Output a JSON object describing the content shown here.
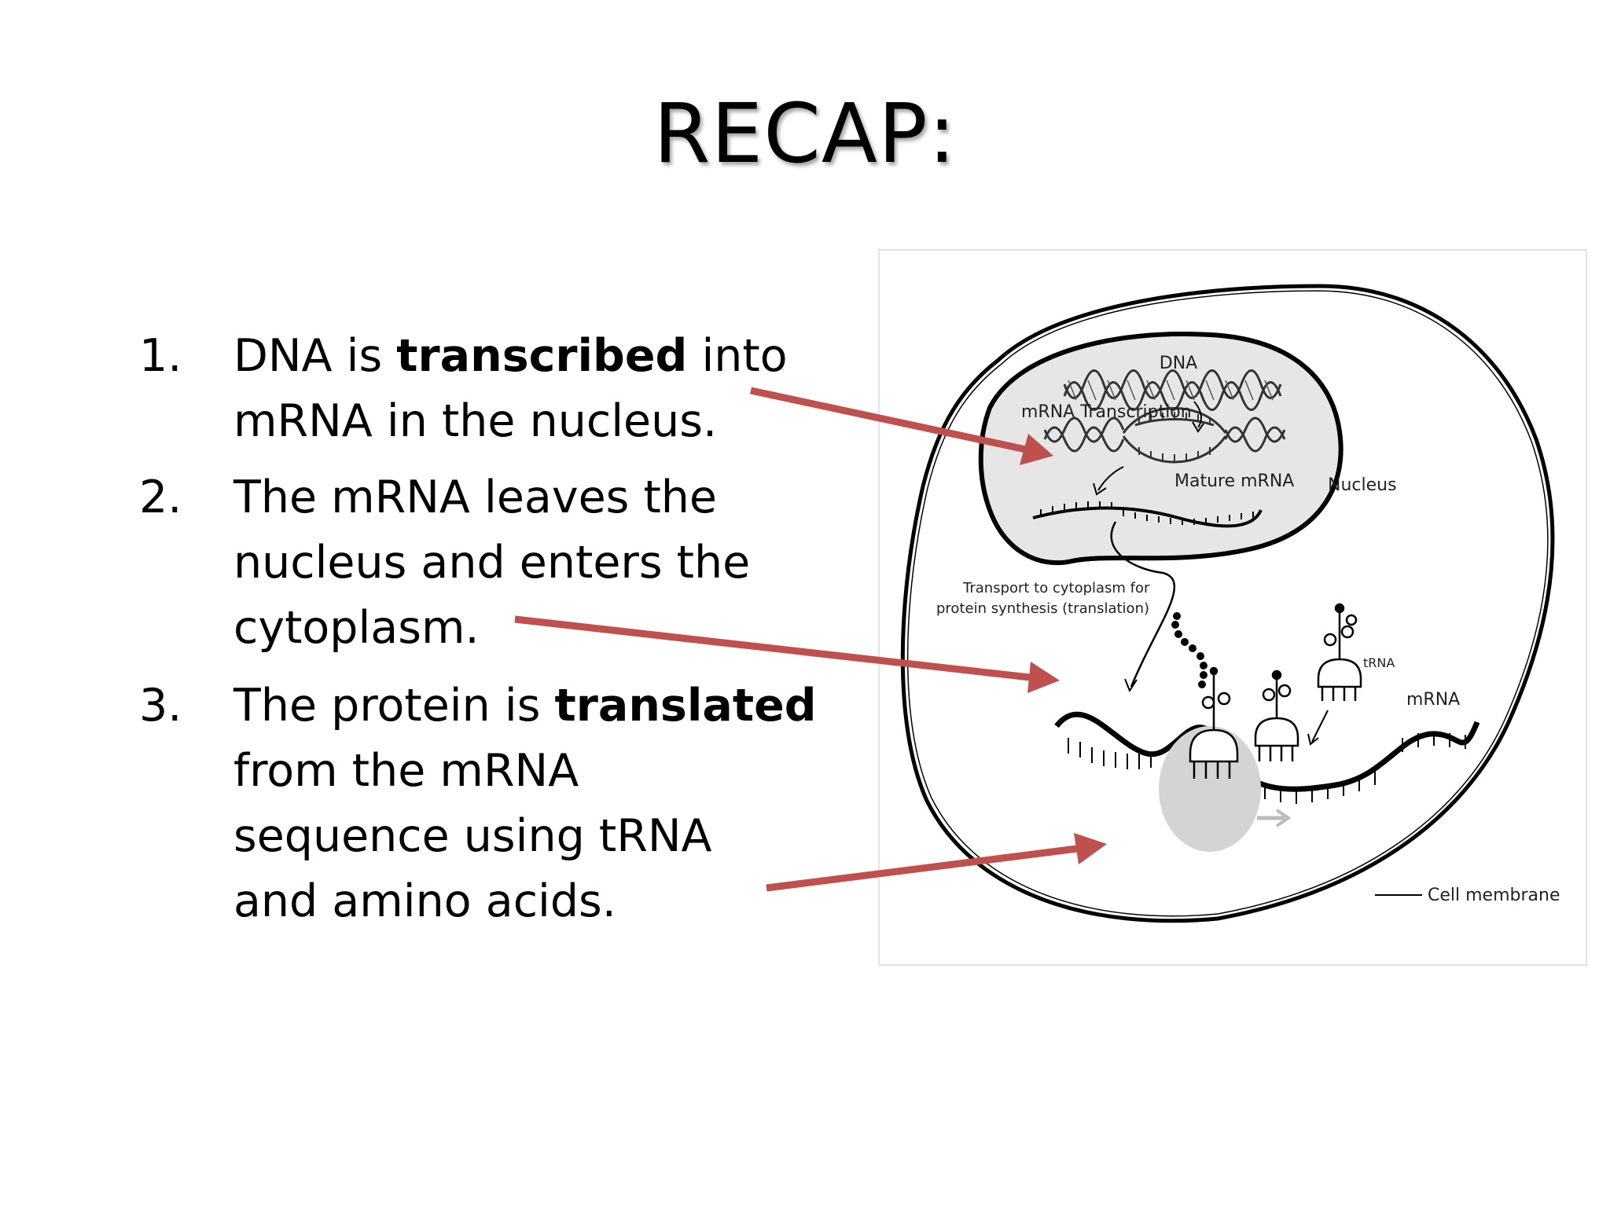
{
  "title": "RECAP:",
  "steps": [
    {
      "number": "1.",
      "segments": [
        [
          {
            "text": "DNA is ",
            "bold": false
          },
          {
            "text": "transcribed",
            "bold": true
          },
          {
            "text": " into",
            "bold": false
          }
        ],
        [
          {
            "text": "mRNA in the nucleus.",
            "bold": false
          }
        ]
      ]
    },
    {
      "number": "2.",
      "segments": [
        [
          {
            "text": "The mRNA leaves the",
            "bold": false
          }
        ],
        [
          {
            "text": "nucleus and enters the",
            "bold": false
          }
        ],
        [
          {
            "text": "cytoplasm.",
            "bold": false
          }
        ]
      ]
    },
    {
      "number": "3.",
      "segments": [
        [
          {
            "text": "The protein is ",
            "bold": false
          },
          {
            "text": "translated",
            "bold": true
          }
        ],
        [
          {
            "text": "from the mRNA",
            "bold": false
          }
        ],
        [
          {
            "text": "sequence using tRNA",
            "bold": false
          }
        ],
        [
          {
            "text": "and amino acids.",
            "bold": false
          }
        ]
      ]
    }
  ],
  "diagram": {
    "labels": {
      "dna": "DNA",
      "mrna_transcription": "mRNA Transcription",
      "mature_mrna": "Mature mRNA",
      "nucleus": "Nucleus",
      "transport_line1": "Transport to cytoplasm for",
      "transport_line2": "protein synthesis (translation)",
      "trna": "tRNA",
      "mrna": "mRNA",
      "cell_membrane": "Cell membrane"
    }
  },
  "colors": {
    "arrow": "#c0504d",
    "membrane": "#000000",
    "nucleus_fill": "#e6e6e6",
    "ribosome": "#d4d4d4"
  }
}
